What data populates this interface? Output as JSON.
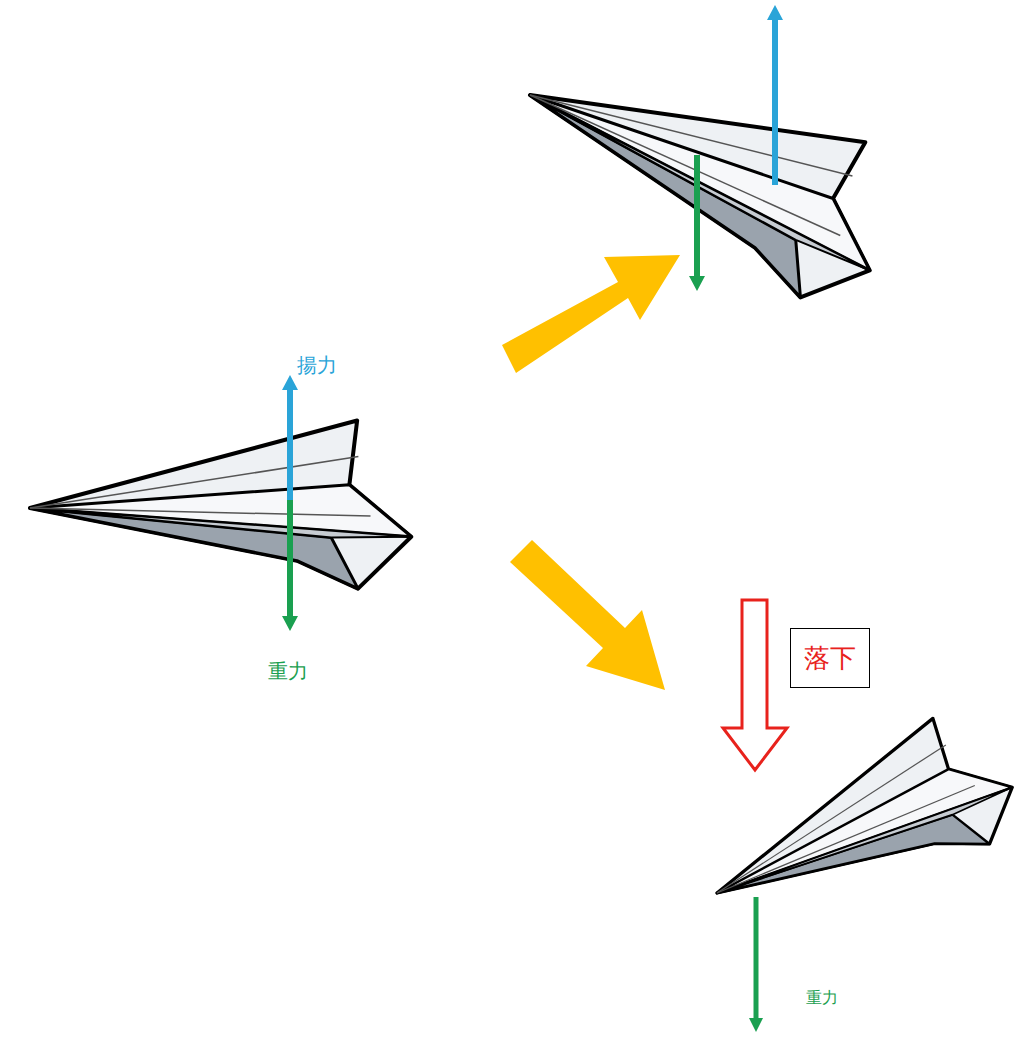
{
  "diagram": {
    "nodes": [
      {
        "text": [
          "落下"
        ]
      }
    ],
    "labels": [
      "揚力",
      "重力",
      "重力"
    ]
  }
}
